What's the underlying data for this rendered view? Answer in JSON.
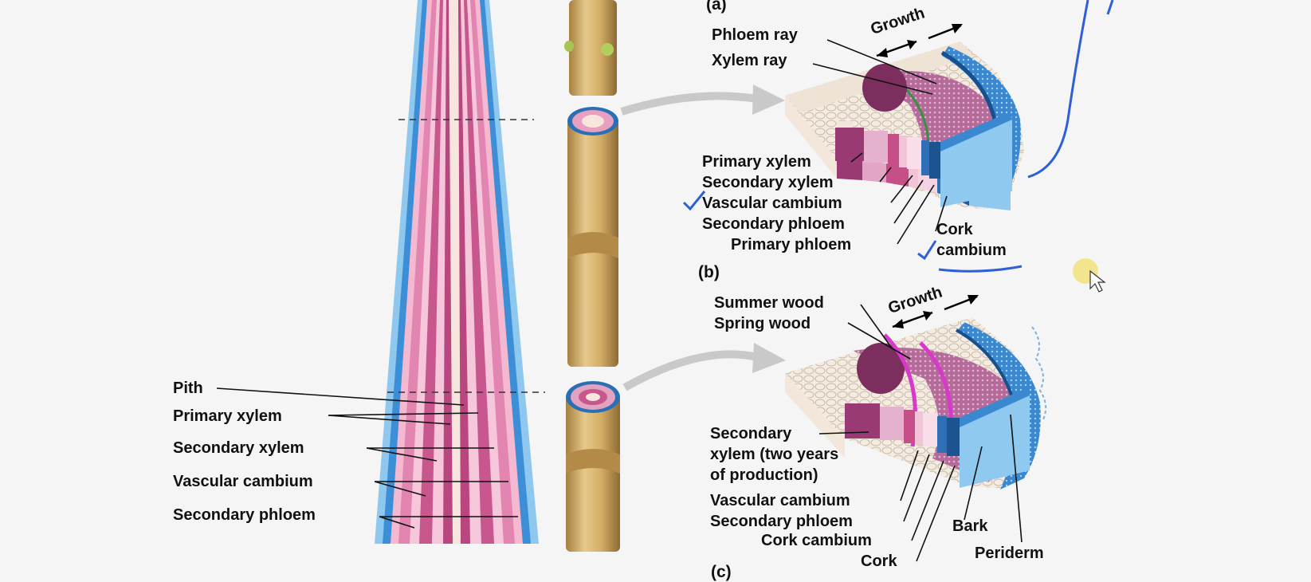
{
  "panels": {
    "a": "(a)",
    "b": "(b)",
    "c": "(c)"
  },
  "longitudinal_labels": {
    "pith": "Pith",
    "primary_xylem": "Primary xylem",
    "secondary_xylem": "Secondary xylem",
    "vascular_cambium": "Vascular cambium",
    "secondary_phloem": "Secondary phloem"
  },
  "panel_b": {
    "phloem_ray": "Phloem ray",
    "xylem_ray": "Xylem ray",
    "growth": "Growth",
    "primary_xylem": "Primary xylem",
    "secondary_xylem": "Secondary xylem",
    "vascular_cambium": "Vascular cambium",
    "secondary_phloem": "Secondary phloem",
    "primary_phloem": "Primary phloem",
    "cork": "Cork",
    "cambium": "cambium"
  },
  "panel_c": {
    "summer_wood": "Summer wood",
    "spring_wood": "Spring wood",
    "growth": "Growth",
    "secondary": "Secondary",
    "xylem_two_years": "xylem (two years",
    "of_production": "of production)",
    "vascular_cambium": "Vascular cambium",
    "secondary_phloem": "Secondary phloem",
    "cork_cambium": "Cork cambium",
    "cork": "Cork",
    "bark": "Bark",
    "periderm": "Periderm"
  },
  "colors": {
    "background": "#f5f5f5",
    "pith": "#f6e6de",
    "xylem": "#c8578d",
    "xylem_dark": "#a63d72",
    "cambium": "#e28ab2",
    "phloem": "#f3b7cf",
    "cork": "#3b8fd6",
    "cork_light": "#8ec9ef",
    "stem": "#d9b56f",
    "annotation": "#2f5fd8"
  }
}
